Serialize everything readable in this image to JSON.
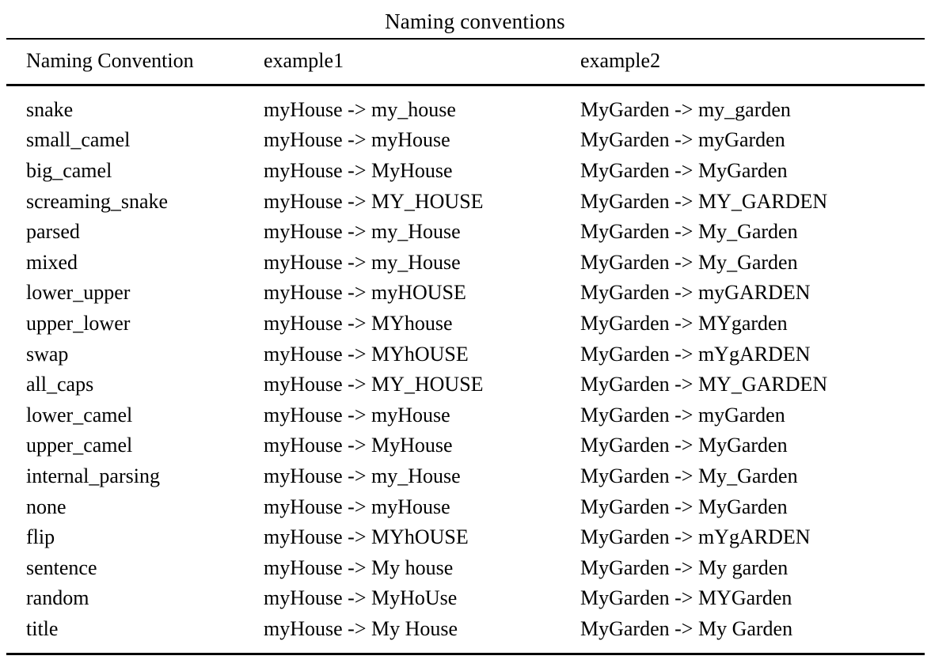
{
  "caption": "Naming conventions",
  "table": {
    "columns": [
      "Naming Convention",
      "example1",
      "example2"
    ],
    "rows": [
      {
        "name": "snake",
        "example1": "myHouse -> my_house",
        "example2": "MyGarden -> my_garden"
      },
      {
        "name": "small_camel",
        "example1": "myHouse -> myHouse",
        "example2": "MyGarden -> myGarden"
      },
      {
        "name": "big_camel",
        "example1": "myHouse -> MyHouse",
        "example2": "MyGarden -> MyGarden"
      },
      {
        "name": "screaming_snake",
        "example1": "myHouse -> MY_HOUSE",
        "example2": "MyGarden -> MY_GARDEN"
      },
      {
        "name": "parsed",
        "example1": "myHouse -> my_House",
        "example2": "MyGarden -> My_Garden"
      },
      {
        "name": "mixed",
        "example1": "myHouse -> my_House",
        "example2": "MyGarden -> My_Garden"
      },
      {
        "name": "lower_upper",
        "example1": "myHouse -> myHOUSE",
        "example2": "MyGarden -> myGARDEN"
      },
      {
        "name": "upper_lower",
        "example1": "myHouse -> MYhouse",
        "example2": "MyGarden -> MYgarden"
      },
      {
        "name": "swap",
        "example1": "myHouse -> MYhOUSE",
        "example2": "MyGarden -> mYgARDEN"
      },
      {
        "name": "all_caps",
        "example1": "myHouse -> MY_HOUSE",
        "example2": "MyGarden -> MY_GARDEN"
      },
      {
        "name": "lower_camel",
        "example1": "myHouse -> myHouse",
        "example2": "MyGarden -> myGarden"
      },
      {
        "name": "upper_camel",
        "example1": "myHouse -> MyHouse",
        "example2": "MyGarden -> MyGarden"
      },
      {
        "name": "internal_parsing",
        "example1": "myHouse -> my_House",
        "example2": "MyGarden -> My_Garden"
      },
      {
        "name": "none",
        "example1": "myHouse -> myHouse",
        "example2": "MyGarden -> MyGarden"
      },
      {
        "name": "flip",
        "example1": "myHouse -> MYhOUSE",
        "example2": "MyGarden -> mYgARDEN"
      },
      {
        "name": "sentence",
        "example1": "myHouse -> My house",
        "example2": "MyGarden -> My garden"
      },
      {
        "name": "random",
        "example1": "myHouse -> MyHoUse",
        "example2": "MyGarden -> MYGarden"
      },
      {
        "name": "title",
        "example1": "myHouse -> My House",
        "example2": "MyGarden -> My Garden"
      }
    ]
  }
}
